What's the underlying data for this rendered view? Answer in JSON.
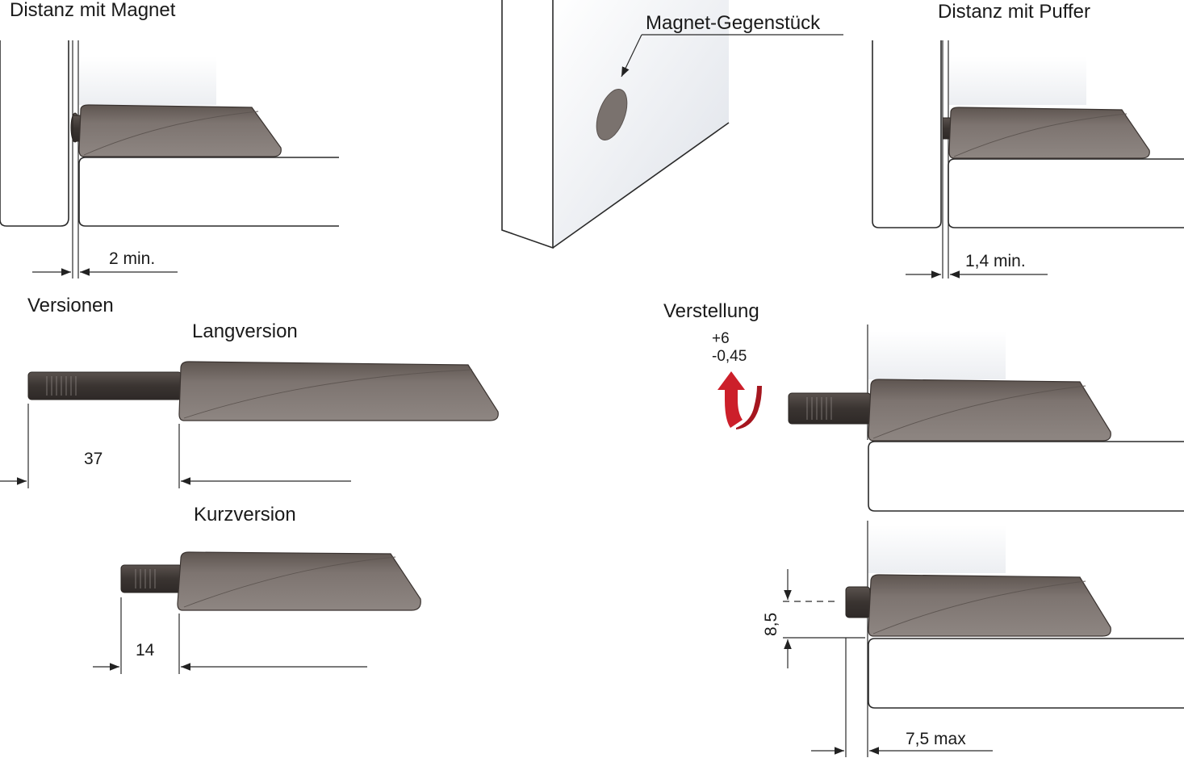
{
  "labels": {
    "distanz_magnet": "Distanz mit Magnet",
    "magnet_gegenstueck": "Magnet-Gegenstück",
    "distanz_puffer": "Distanz mit Puffer",
    "versionen": "Versionen",
    "langversion": "Langversion",
    "kurzversion": "Kurzversion",
    "verstellung": "Verstellung",
    "verstellung_plus": "+6",
    "verstellung_minus": "-0,45"
  },
  "dimensions": {
    "magnet_gap": "2 min.",
    "puffer_gap": "1,4 min.",
    "lang_pin": "37",
    "kurz_pin": "14",
    "height_offset": "8,5",
    "max_depth": "7,5 max"
  },
  "colors": {
    "body": "#746b66",
    "body_light": "#8c8480",
    "arrow_red": "#cc1f2a"
  }
}
